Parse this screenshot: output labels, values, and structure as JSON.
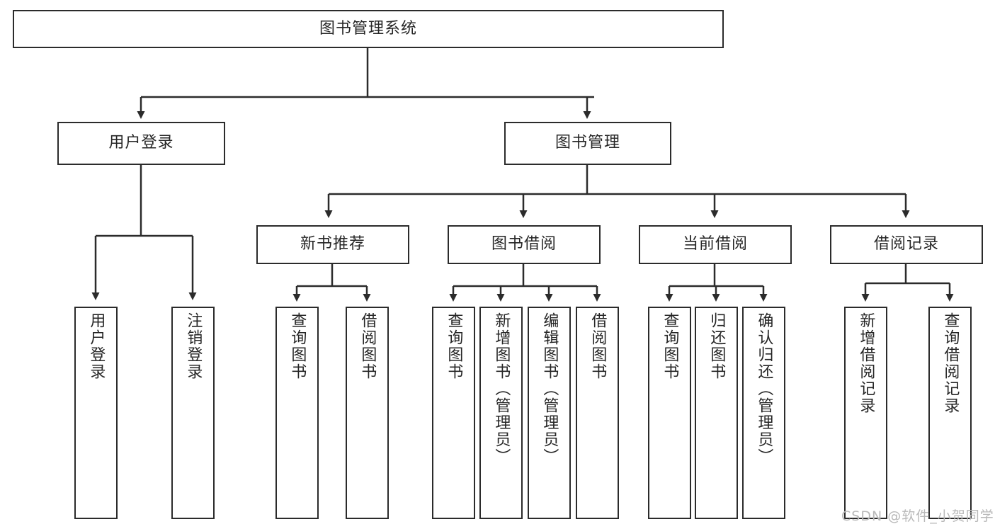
{
  "diagram": {
    "title": "图书管理系统",
    "type": "hierarchy-tree",
    "root": {
      "label": "图书管理系统"
    },
    "level2": [
      {
        "label": "用户登录"
      },
      {
        "label": "图书管理"
      }
    ],
    "level3": [
      {
        "label": "新书推荐",
        "parent": "图书管理"
      },
      {
        "label": "图书借阅",
        "parent": "图书管理"
      },
      {
        "label": "当前借阅",
        "parent": "图书管理"
      },
      {
        "label": "借阅记录",
        "parent": "图书管理"
      }
    ],
    "leaves": {
      "user_login": [
        {
          "label": "用户登录"
        },
        {
          "label": "注销登录"
        }
      ],
      "new_book_recommend": [
        {
          "label": "查询图书"
        },
        {
          "label": "借阅图书"
        }
      ],
      "book_borrow": [
        {
          "label": "查询图书"
        },
        {
          "label": "新增图书（管理员）"
        },
        {
          "label": "编辑图书（管理员）"
        },
        {
          "label": "借阅图书"
        }
      ],
      "current_borrow": [
        {
          "label": "查询图书"
        },
        {
          "label": "归还图书"
        },
        {
          "label": "确认归还（管理员）"
        }
      ],
      "borrow_record": [
        {
          "label": "新增借阅记录"
        },
        {
          "label": "查询借阅记录"
        }
      ]
    }
  },
  "watermark": {
    "text": "CSDN @软件_小贺同学"
  },
  "colors": {
    "stroke": "#2b2b2b",
    "background": "#ffffff",
    "text": "#262626",
    "watermark": "#b9b9b9"
  }
}
